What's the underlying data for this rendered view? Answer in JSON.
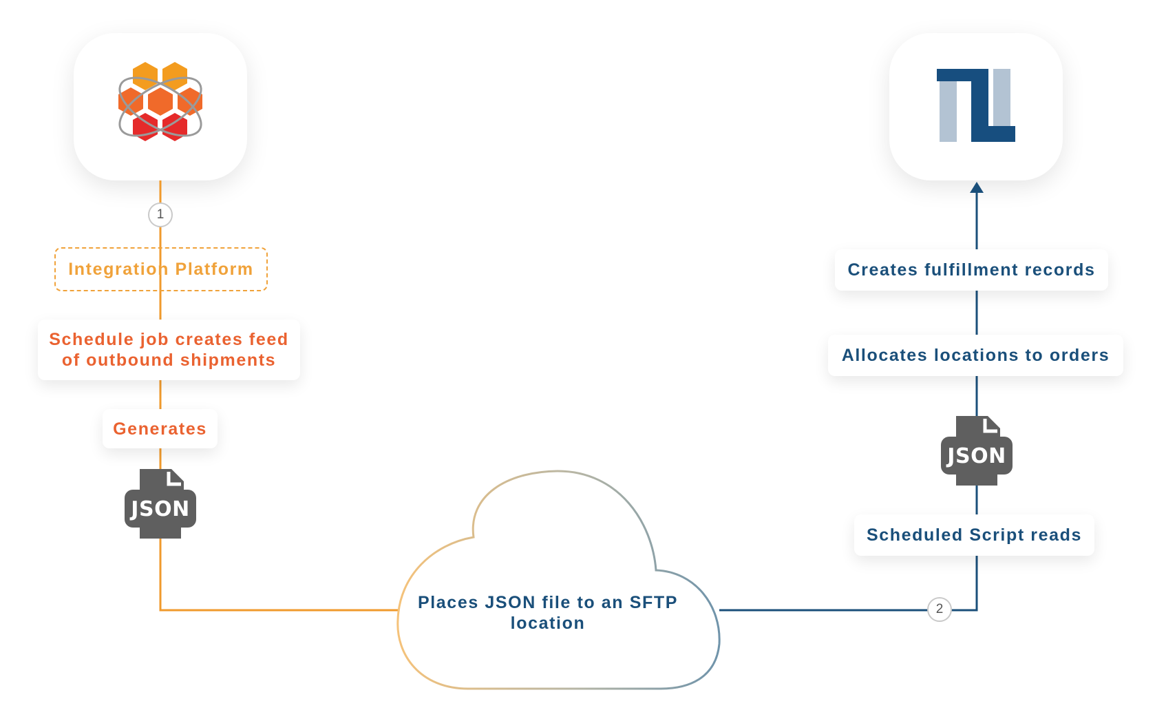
{
  "source_system": {
    "logo_icon": "hexagon-atom-icon"
  },
  "target_system": {
    "logo_icon": "netsuite-n-icon"
  },
  "steps": {
    "step1": "1",
    "step2": "2"
  },
  "left_flow": {
    "integration_platform": "Integration Platform",
    "schedule_job_line1": "Schedule job creates feed",
    "schedule_job_line2": "of outbound shipments",
    "generates": "Generates",
    "file_icon_label": "JSON"
  },
  "cloud": {
    "line1": "Places JSON file to an SFTP",
    "line2": "location"
  },
  "right_flow": {
    "scheduled_script": "Scheduled Script reads",
    "file_icon_label": "JSON",
    "allocates": "Allocates locations to orders",
    "creates": "Creates fulfillment records"
  },
  "colors": {
    "orange_connector": "#f09a2c",
    "blue_connector": "#1a4f7a",
    "orange_text": "#f0a23a",
    "red_orange_text": "#ea6230",
    "blue_text": "#1a4f7a",
    "file_icon": "#5f5f5f"
  }
}
